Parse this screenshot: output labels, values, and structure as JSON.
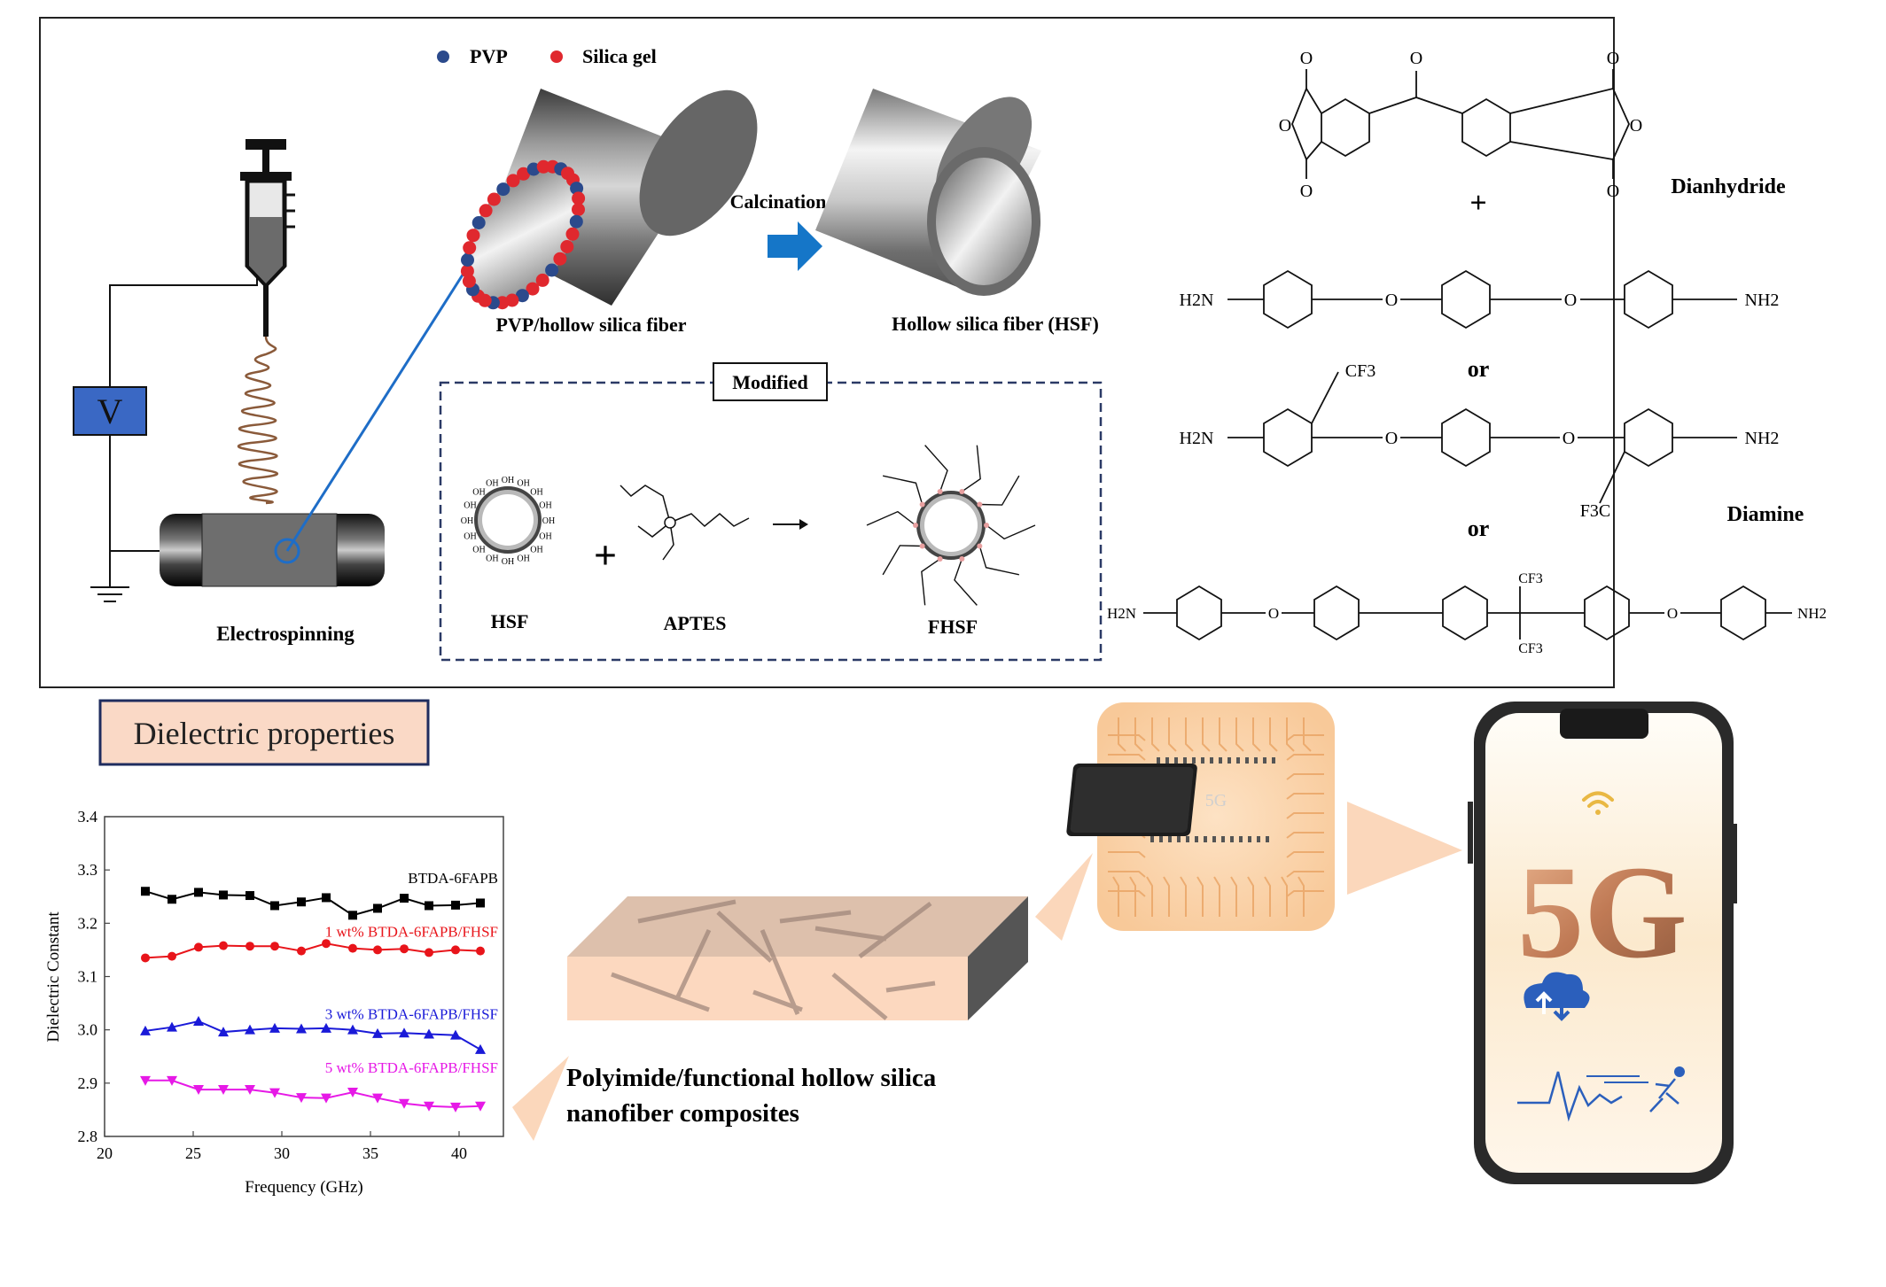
{
  "legend": {
    "pvp": "PVP",
    "silica": "Silica gel",
    "pvp_color": "#2b4a8c",
    "silica_color": "#e0282e"
  },
  "process": {
    "calcination": "Calcination",
    "pvp_fiber": "PVP/hollow silica fiber",
    "hsf_fiber": "Hollow silica fiber (HSF)",
    "electrospinning": "Electrospinning",
    "voltage": "V",
    "modified": "Modified",
    "hsf": "HSF",
    "aptes": "APTES",
    "fhsf": "FHSF",
    "plus": "+"
  },
  "chemistry": {
    "dianhydride": "Dianhydride",
    "diamine": "Diamine",
    "plus": "+",
    "or1": "or",
    "or2": "or",
    "h2n": "H2N",
    "nh2": "NH2",
    "o": "O",
    "cf3": "CF3",
    "f3c": "F3C"
  },
  "dielectric_title": "Dielectric properties",
  "composite_label": [
    "Polyimide/functional hollow silica",
    "nanofiber composites"
  ],
  "chip_label": "5G",
  "phone_label": "5G",
  "chart_data": {
    "type": "line",
    "xlabel": "Frequency (GHz)",
    "ylabel": "Dielectric Constant",
    "xlim": [
      20,
      42.5
    ],
    "ylim": [
      2.8,
      3.4
    ],
    "xticks": [
      20,
      25,
      30,
      35,
      40
    ],
    "yticks": [
      "2.8",
      "2.9",
      "3.0",
      "3.1",
      "3.2",
      "3.3",
      "3.4"
    ],
    "x": [
      22.3,
      23.8,
      25.3,
      26.7,
      28.2,
      29.6,
      31.1,
      32.5,
      34.0,
      35.4,
      36.9,
      38.3,
      39.8,
      41.2
    ],
    "series": [
      {
        "name": "BTDA-6FAPB",
        "color": "#000000",
        "marker": "square",
        "values": [
          3.26,
          3.245,
          3.258,
          3.253,
          3.252,
          3.233,
          3.24,
          3.248,
          3.215,
          3.228,
          3.247,
          3.233,
          3.234,
          3.238
        ]
      },
      {
        "name": "1 wt% BTDA-6FAPB/FHSF",
        "color": "#e8141a",
        "marker": "circle",
        "values": [
          3.135,
          3.138,
          3.155,
          3.158,
          3.157,
          3.157,
          3.148,
          3.162,
          3.153,
          3.15,
          3.152,
          3.145,
          3.15,
          3.148
        ]
      },
      {
        "name": "3 wt% BTDA-6FAPB/FHSF",
        "color": "#1a1ad8",
        "marker": "triangle",
        "values": [
          2.998,
          3.005,
          3.016,
          2.996,
          3.0,
          3.003,
          3.002,
          3.003,
          3.0,
          2.993,
          2.994,
          2.992,
          2.99,
          2.963
        ]
      },
      {
        "name": "5 wt% BTDA-6FAPB/FHSF",
        "color": "#e619e6",
        "marker": "triangle-down",
        "values": [
          2.905,
          2.905,
          2.888,
          2.888,
          2.888,
          2.882,
          2.873,
          2.872,
          2.883,
          2.872,
          2.862,
          2.857,
          2.855,
          2.857
        ]
      }
    ]
  }
}
